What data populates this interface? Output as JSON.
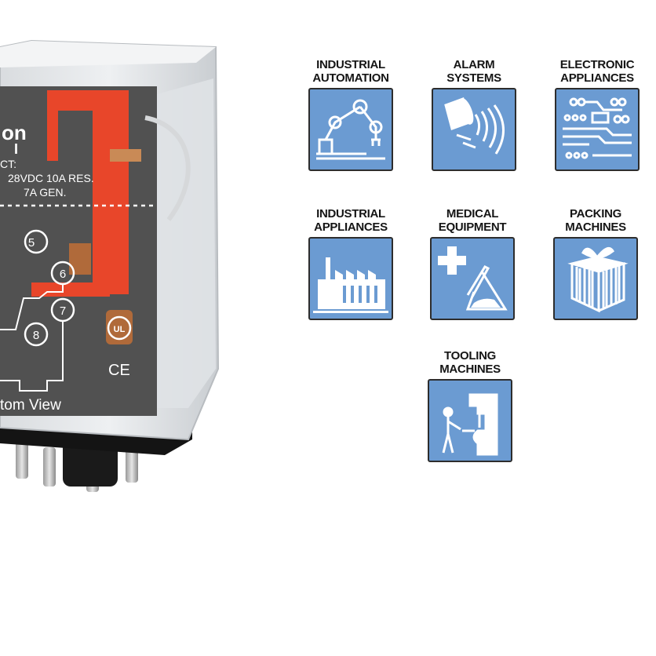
{
  "relay": {
    "brand_text": "on",
    "model_text": "I",
    "contact_heading": "CT:",
    "rating_line1": "28VDC 10A RES.",
    "rating_line2": "7A GEN.",
    "pins": [
      "5",
      "6",
      "7",
      "8"
    ],
    "ce_mark": "CE",
    "view_label": "tom  View"
  },
  "applications": [
    {
      "line1": "INDUSTRIAL",
      "line2": "AUTOMATION",
      "icon": "robot-arm-icon"
    },
    {
      "line1": "ALARM",
      "line2": "SYSTEMS",
      "icon": "siren-icon"
    },
    {
      "line1": "ELECTRONIC",
      "line2": "APPLIANCES",
      "icon": "circuit-board-icon"
    },
    {
      "line1": "INDUSTRIAL",
      "line2": "APPLIANCES",
      "icon": "factory-icon"
    },
    {
      "line1": "MEDICAL",
      "line2": "EQUIPMENT",
      "icon": "medical-cross-icon"
    },
    {
      "line1": "PACKING",
      "line2": "MACHINES",
      "icon": "gift-box-icon"
    },
    {
      "line1": "TOOLING",
      "line2": "MACHINES",
      "icon": "machine-operator-icon"
    }
  ],
  "colors": {
    "tile_fill": "#6b9bd2",
    "tile_border": "#2d2d2d",
    "relay_red": "#e8462a",
    "label_text": "#151515"
  }
}
